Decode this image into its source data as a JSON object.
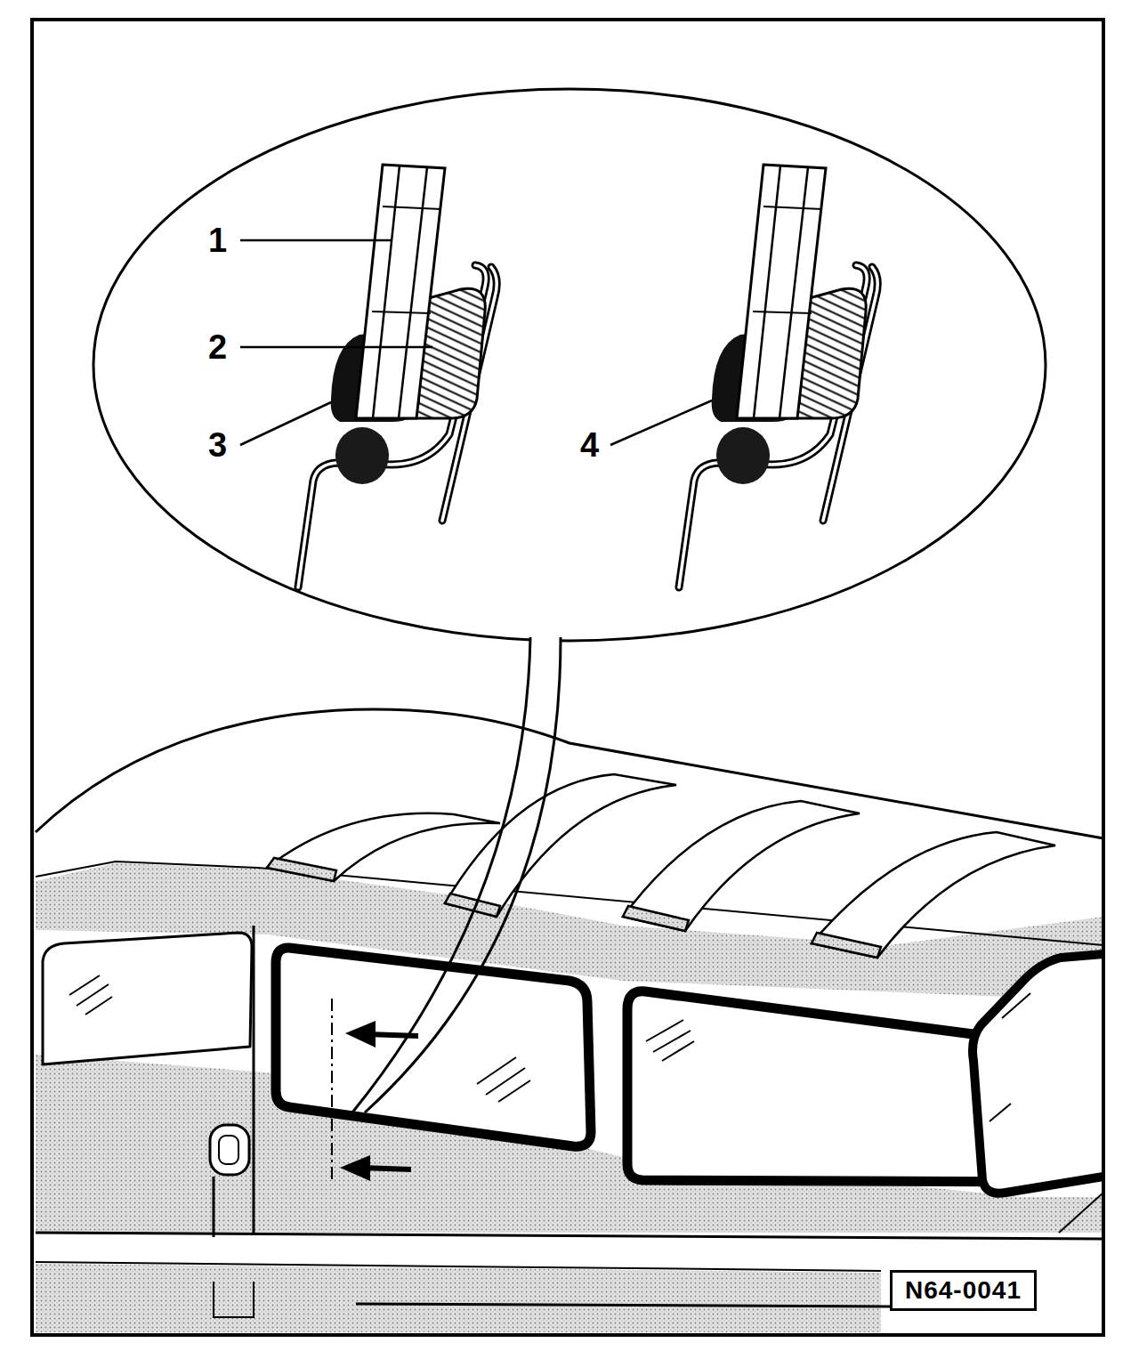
{
  "diagram": {
    "labels": [
      "1",
      "2",
      "3",
      "4",
      "N64-0041"
    ]
  }
}
